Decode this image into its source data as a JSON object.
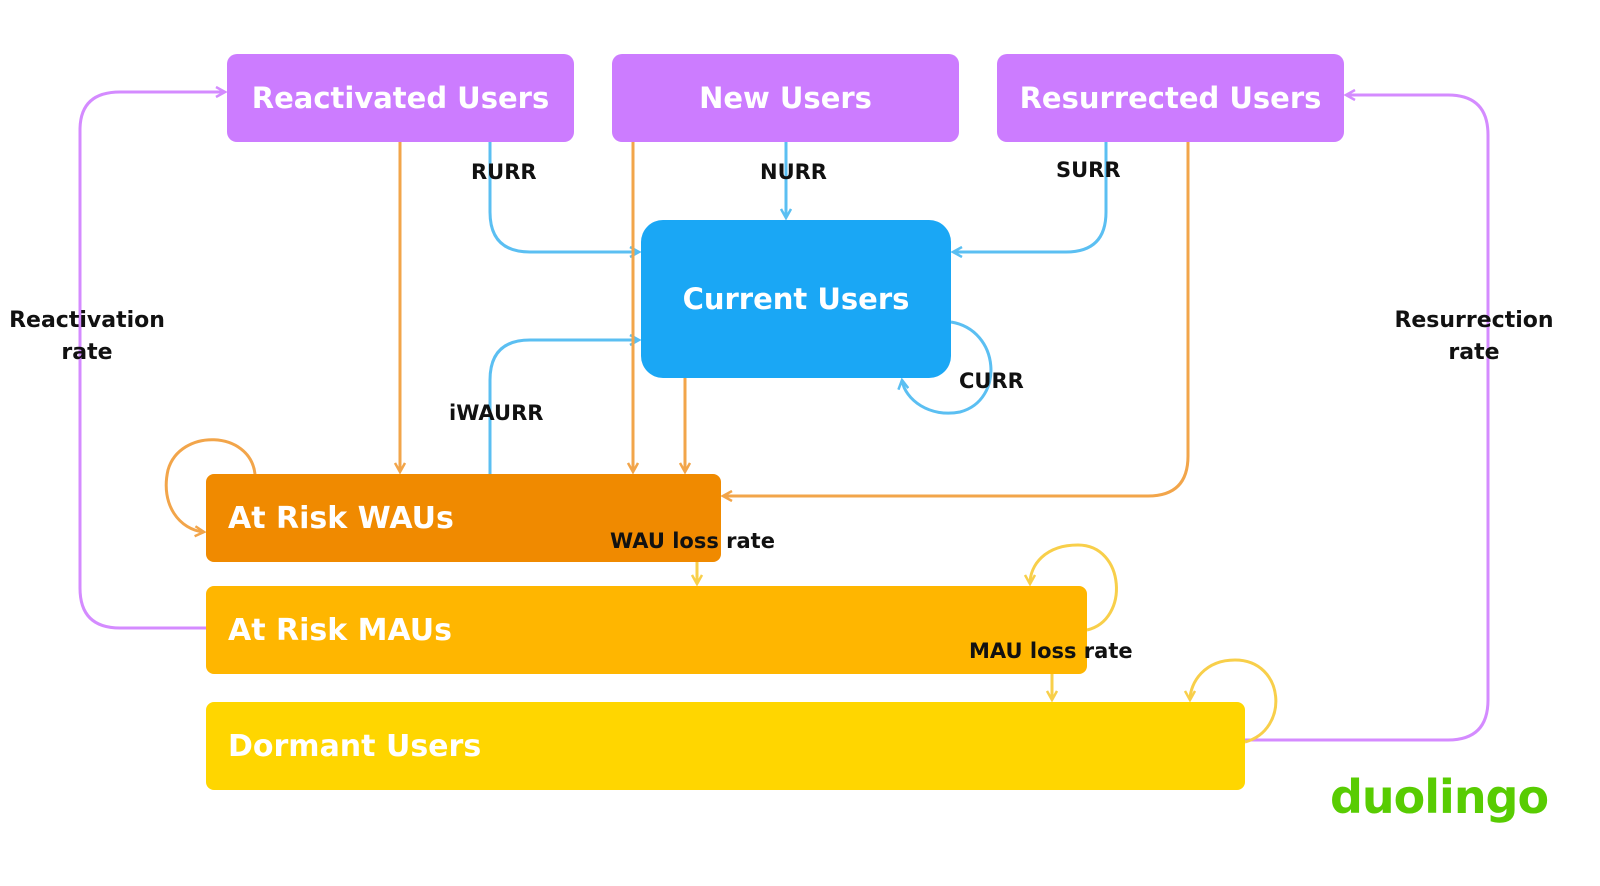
{
  "colors": {
    "purple_box": "#cc7cff",
    "purple_line": "#d48bff",
    "current_box": "#1aa7f5",
    "blue_line": "#5bbff2",
    "wau_box": "#f08a00",
    "orange_line": "#f2a54a",
    "mau_box": "#ffb600",
    "dormant_box": "#ffd600",
    "yellow_line": "#f8cf4a",
    "brand": "#58cc02"
  },
  "boxes": {
    "reactivated": "Reactivated Users",
    "new": "New Users",
    "resurrected": "Resurrected Users",
    "current": "Current Users",
    "at_risk_wau": "At Risk WAUs",
    "at_risk_mau": "At Risk MAUs",
    "dormant": "Dormant Users"
  },
  "labels": {
    "rurr": "RURR",
    "nurr": "NURR",
    "surr": "SURR",
    "curr": "CURR",
    "iwaurr": "iWAURR",
    "wau_loss": "WAU loss rate",
    "mau_loss": "MAU loss rate",
    "reactivation_line1": "Reactivation",
    "reactivation_line2": "rate",
    "resurrection_line1": "Resurrection",
    "resurrection_line2": "rate"
  },
  "brand": "duolingo"
}
